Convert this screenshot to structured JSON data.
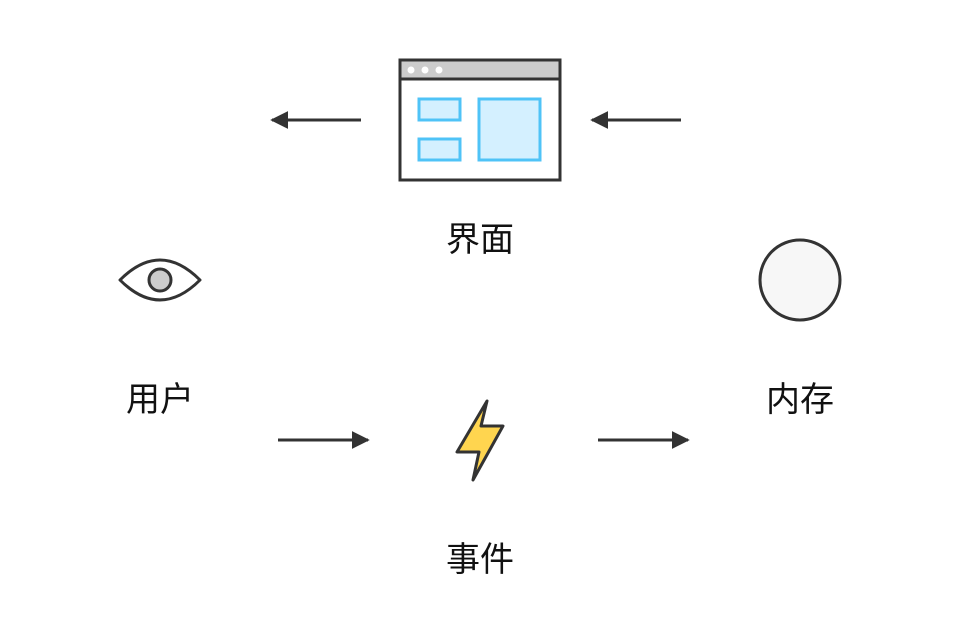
{
  "nodes": {
    "interface": {
      "label": "界面",
      "icon": "browser-window-icon"
    },
    "user": {
      "label": "用户",
      "icon": "eye-icon"
    },
    "memory": {
      "label": "内存",
      "icon": "circle-icon"
    },
    "event": {
      "label": "事件",
      "icon": "lightning-bolt-icon"
    }
  },
  "colors": {
    "stroke": "#333333",
    "window_bar": "#cccccc",
    "window_panel": "#d4f0ff",
    "window_panel_border": "#4fc3f7",
    "eye_pupil": "#cccccc",
    "memory_fill": "#f7f7f7",
    "bolt_fill": "#ffd54f"
  },
  "edges": [
    {
      "from": "memory",
      "to": "interface"
    },
    {
      "from": "interface",
      "to": "user"
    },
    {
      "from": "user",
      "to": "event"
    },
    {
      "from": "event",
      "to": "memory"
    }
  ]
}
